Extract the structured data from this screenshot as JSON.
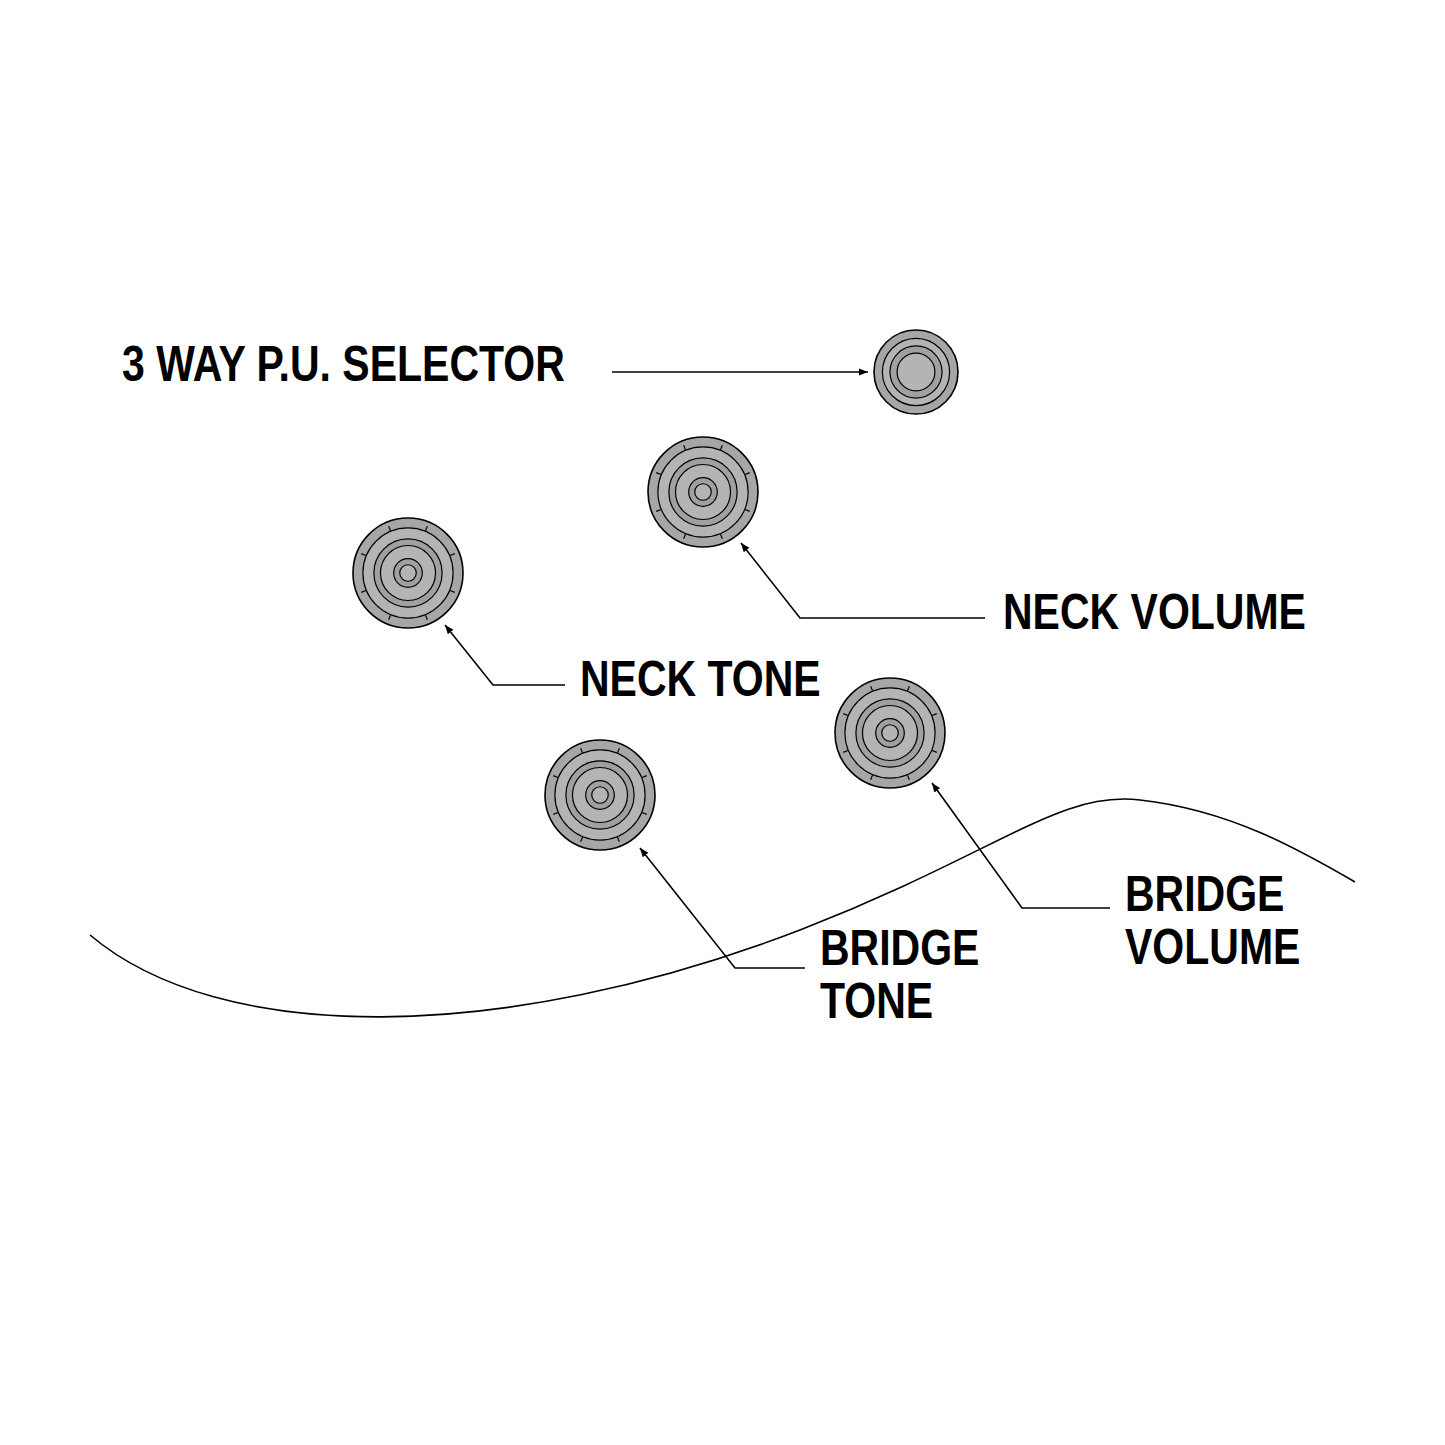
{
  "diagram": {
    "labels": [
      "3 WAY P.U. SELECTOR",
      "NECK VOLUME",
      "NECK TONE",
      "BRIDGE TONE",
      "BRIDGE VOLUME"
    ]
  }
}
